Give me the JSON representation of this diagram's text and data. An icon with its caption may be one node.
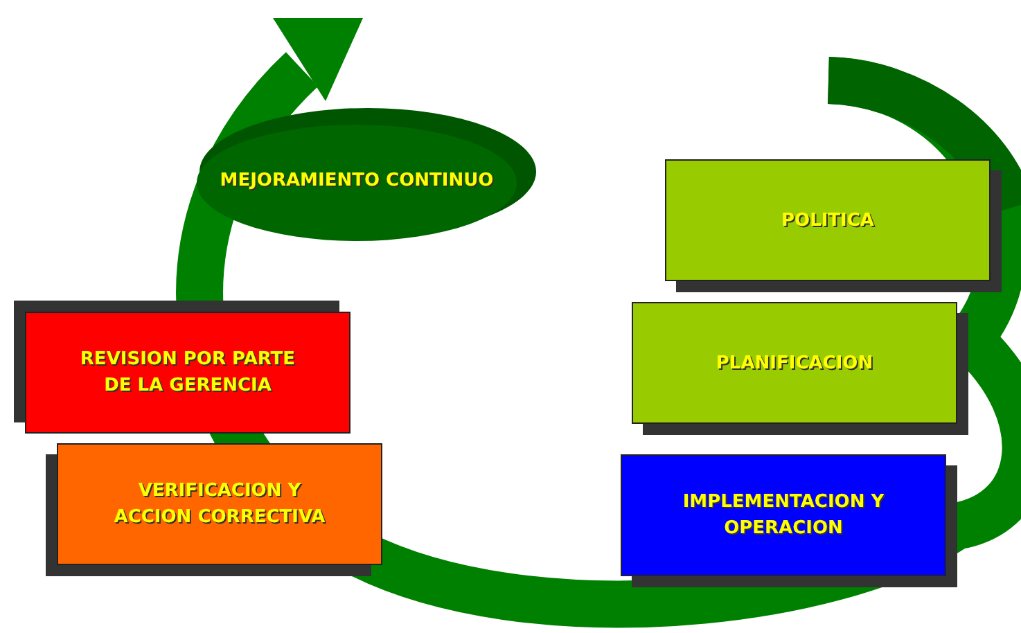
{
  "diagram": {
    "nodes": [
      {
        "text": [
          "MEJORAMIENTO CONTINUO"
        ]
      },
      {
        "text": [
          "POLITICA"
        ]
      },
      {
        "text": [
          "PLANIFICACION"
        ]
      },
      {
        "text": [
          "IMPLEMENTACION Y OPERACION"
        ]
      },
      {
        "text": [
          "REVISION POR PARTE DE LA GERENCIA"
        ]
      },
      {
        "text": [
          "VERIFICACION Y ACCION CORRECTIVA"
        ]
      }
    ]
  }
}
